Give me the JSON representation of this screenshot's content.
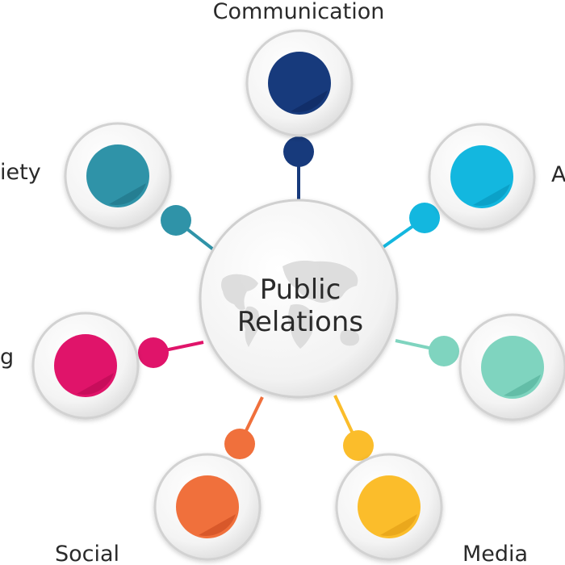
{
  "diagram": {
    "center": {
      "line1": "Public",
      "line2": "Relations"
    },
    "nodes": [
      {
        "id": "communication",
        "label": "Communication",
        "color": "#173a7c",
        "shade": "#0c2559"
      },
      {
        "id": "a",
        "label": "A",
        "color": "#13b7df",
        "shade": "#0690b4"
      },
      {
        "id": "media-teal",
        "label": "",
        "color": "#7fd4bf",
        "shade": "#4ca993"
      },
      {
        "id": "media",
        "label": "Media",
        "color": "#fbbd2b",
        "shade": "#dc9711"
      },
      {
        "id": "social",
        "label": "Social",
        "color": "#f0703c",
        "shade": "#c5461c"
      },
      {
        "id": "g",
        "label": "g",
        "color": "#e0146a",
        "shade": "#b3074f"
      },
      {
        "id": "iety",
        "label": "iety",
        "color": "#2f93a8",
        "shade": "#1d6e80"
      }
    ]
  }
}
